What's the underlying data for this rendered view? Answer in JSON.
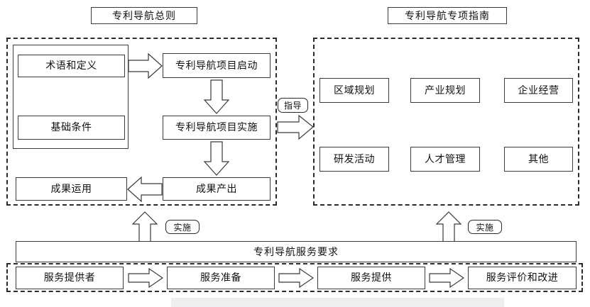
{
  "diagram": {
    "title_left": "专利导航总则",
    "title_right": "专利导航专项指南",
    "general_panel": {
      "basis_group": {
        "items": [
          {
            "label": "术语和定义"
          },
          {
            "label": "基础条件"
          }
        ]
      },
      "process_flow": [
        {
          "label": "专利导航项目启动"
        },
        {
          "label": "专利导航项目实施"
        },
        {
          "label": "成果产出"
        }
      ],
      "outcome": {
        "label": "成果运用"
      }
    },
    "guide_panel": {
      "row1": [
        {
          "label": "区域规划"
        },
        {
          "label": "产业规划"
        },
        {
          "label": "企业经营"
        }
      ],
      "row2": [
        {
          "label": "研发活动"
        },
        {
          "label": "人才管理"
        },
        {
          "label": "其他"
        }
      ]
    },
    "connectors": {
      "guidance_label": "指导",
      "implement_label_left": "实施",
      "implement_label_right": "实施"
    },
    "service_bar": {
      "label": "专利导航服务要求"
    },
    "service_flow": [
      {
        "label": "服务提供者"
      },
      {
        "label": "服务准备"
      },
      {
        "label": "服务提供"
      },
      {
        "label": "服务评价和改进"
      }
    ],
    "colors": {
      "line": "#3a3a3a",
      "dashed": "#2b2b2b",
      "background": "#ffffff",
      "footer_strip": "#eceef0"
    }
  }
}
